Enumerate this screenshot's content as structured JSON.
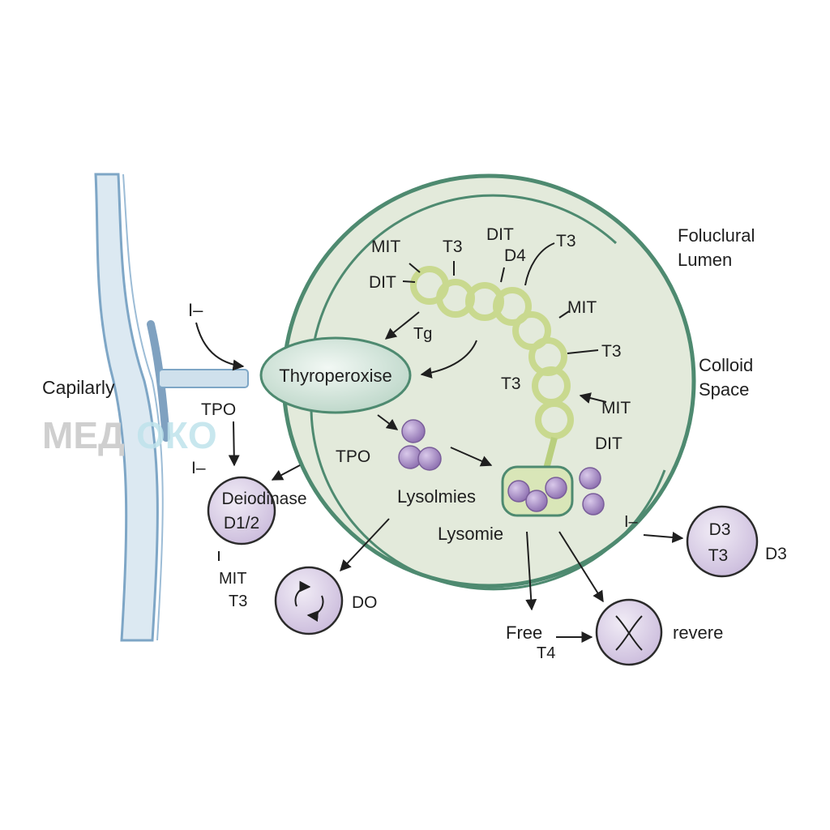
{
  "labels": {
    "capillary": "Capilarly",
    "iodide_in": "I–",
    "thyroperoxidase": "Thyroperoxise",
    "tpo_left": "TPO",
    "iodide_left": "I–",
    "deiodinase_line1": "Deiodinase",
    "deiodinase_line2": "D1/2",
    "mit_bottom": "MIT",
    "t3_bottom": "T3",
    "do_label": "DO",
    "follicular_lumen_line1": "Foluclural",
    "follicular_lumen_line2": "Lumen",
    "colloid_line1": "Colloid",
    "colloid_line2": "Space",
    "tpo_inner": "TPO",
    "lysolmies": "Lysolmies",
    "lysomie": "Lysomie",
    "free_line1": "Free",
    "free_line2": "T4",
    "revere": "revere",
    "iodide_right": "I–",
    "d3_circle": "D3",
    "t3_circle": "T3",
    "d3_side": "D3"
  },
  "chain_labels": {
    "mit_1": "MIT",
    "dit_1": "DIT",
    "t3_1": "T3",
    "dit_2": "DIT",
    "d4": "D4",
    "t3_2": "T3",
    "tg": "Tg",
    "mit_2": "MIT",
    "t3_3": "T3",
    "t3_4": "T3",
    "mit_3": "MIT",
    "dit_3": "DIT"
  },
  "watermark": {
    "left": "МЕД",
    "right": "ОКО"
  },
  "colors": {
    "cell_fill": "#e3eadb",
    "cell_border": "#4e8a70",
    "capillary_fill": "#cfe0ec",
    "capillary_stroke": "#7ea6c6",
    "thyroperoxidase_fill": "#d5e6dd",
    "ring_color": "#c9d98f",
    "ring_stroke": "#9fb364",
    "vesicle_fill": "#a98fc4",
    "circle_fill": "#e4dced",
    "arrow": "#1f1f1f"
  }
}
